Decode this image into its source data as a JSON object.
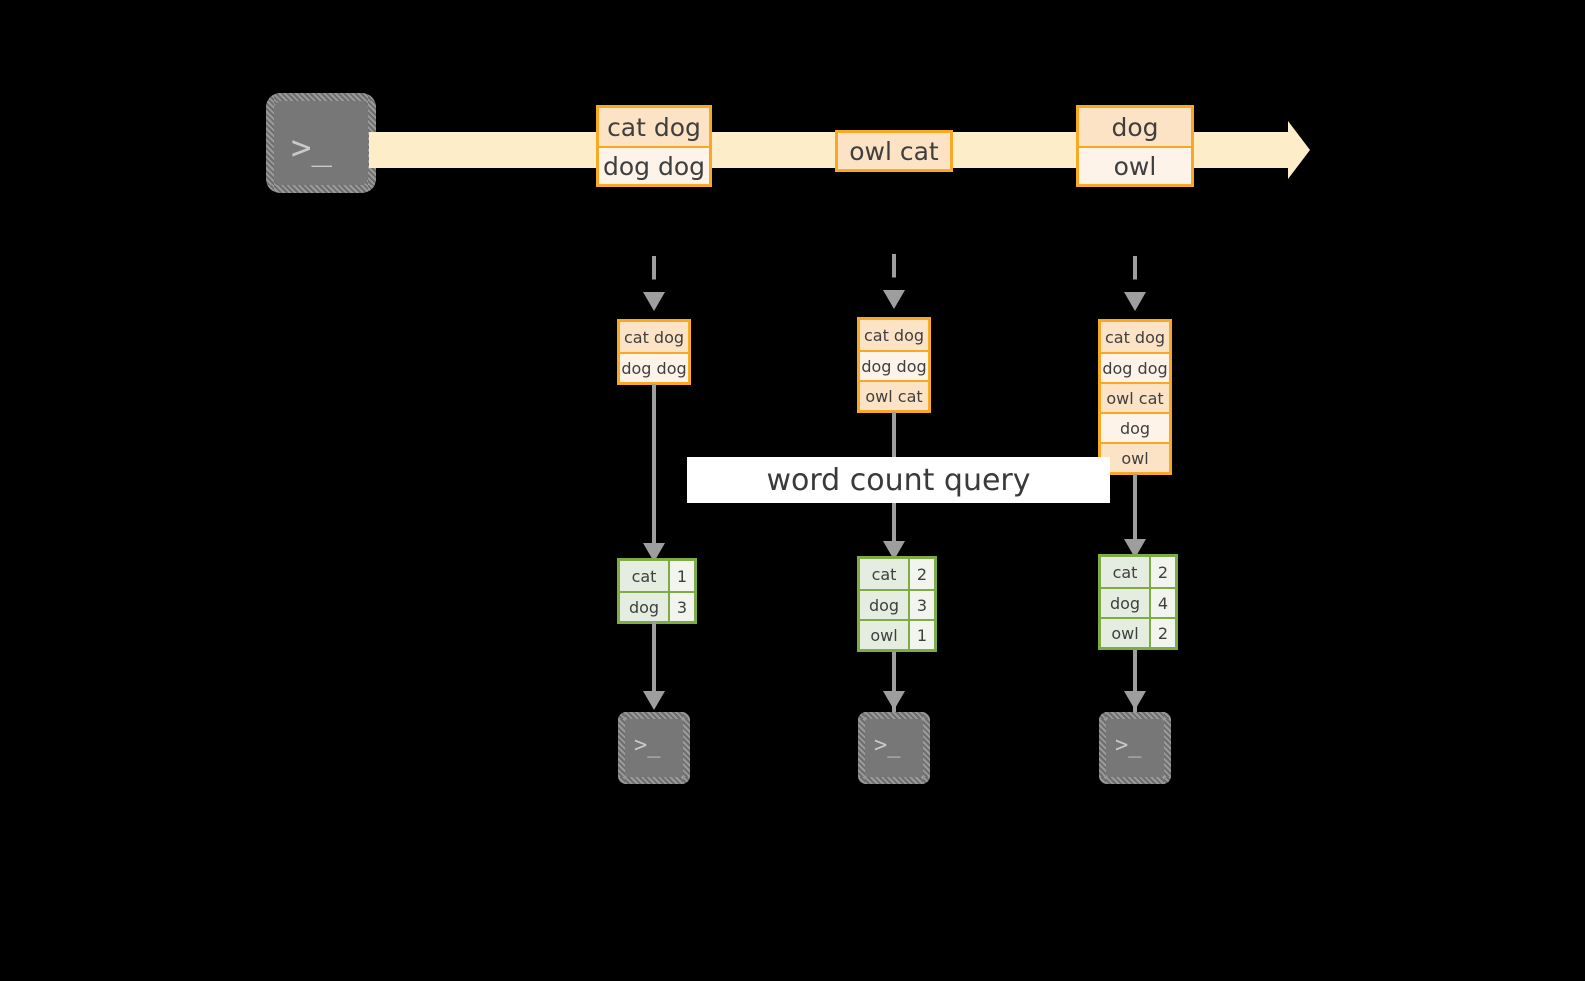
{
  "diagram": {
    "query_label": "word count query",
    "colors": {
      "background": "#000000",
      "stream_fill": "#fdeec9",
      "event_border": "#f9a825",
      "event_fill_dark": "#fce3c6",
      "event_fill_light": "#fdf3e8",
      "table_border": "#7fab47",
      "table_fill_word": "#e5ece0",
      "table_fill_count": "#f1f5ed",
      "arrow_gray": "#9e9e9e",
      "terminal_gray": "#777777",
      "label_fill": "#ffffff"
    },
    "source_terminal": {
      "glyph": ">_"
    },
    "stream": {
      "events": [
        {
          "lines": [
            "cat dog",
            "dog dog"
          ]
        },
        {
          "lines": [
            "owl cat"
          ]
        },
        {
          "lines": [
            "dog",
            "owl"
          ]
        }
      ]
    },
    "stages": [
      {
        "input_window": {
          "rows": [
            "cat dog",
            "dog dog"
          ]
        },
        "result_table": {
          "rows": [
            {
              "word": "cat",
              "count": "1"
            },
            {
              "word": "dog",
              "count": "3"
            }
          ]
        },
        "sink_terminal": {
          "glyph": ">_"
        }
      },
      {
        "input_window": {
          "rows": [
            "cat dog",
            "dog dog",
            "owl cat"
          ]
        },
        "result_table": {
          "rows": [
            {
              "word": "cat",
              "count": "2"
            },
            {
              "word": "dog",
              "count": "3"
            },
            {
              "word": "owl",
              "count": "1"
            }
          ]
        },
        "sink_terminal": {
          "glyph": ">_"
        }
      },
      {
        "input_window": {
          "rows": [
            "cat dog",
            "dog dog",
            "owl cat",
            "dog",
            "owl"
          ]
        },
        "result_table": {
          "rows": [
            {
              "word": "cat",
              "count": "2"
            },
            {
              "word": "dog",
              "count": "4"
            },
            {
              "word": "owl",
              "count": "2"
            }
          ]
        },
        "sink_terminal": {
          "glyph": ">_"
        }
      }
    ]
  }
}
